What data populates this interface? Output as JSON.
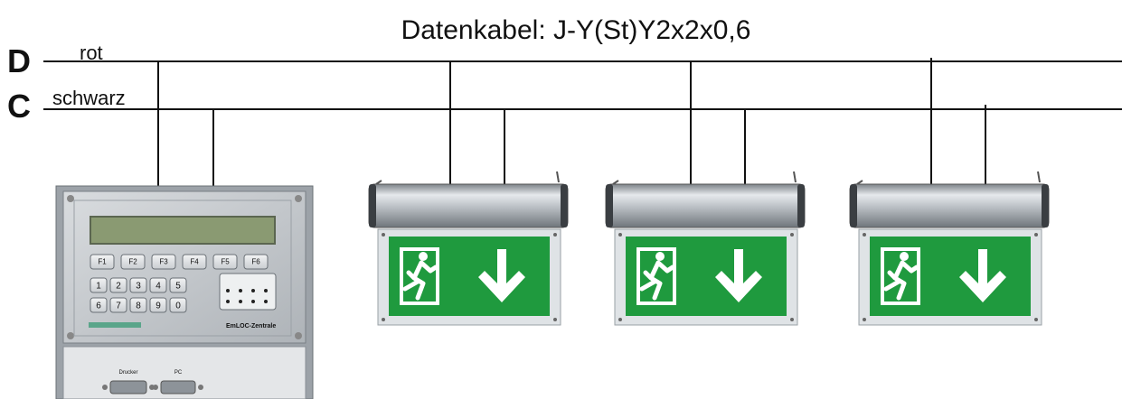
{
  "title": "Datenkabel: J-Y(St)Y2x2x0,6",
  "lines": {
    "d": {
      "letter": "D",
      "color_label": "rot"
    },
    "c": {
      "letter": "C",
      "color_label": "schwarz"
    }
  },
  "controller": {
    "function_keys": [
      "F1",
      "F2",
      "F3",
      "F4",
      "F5",
      "F6"
    ],
    "number_keys": [
      "1",
      "2",
      "3",
      "4",
      "5",
      "6",
      "7",
      "8",
      "9",
      "0"
    ],
    "brand_label": "EmLOC-Zentrale",
    "port_labels": [
      "Drucker",
      "PC"
    ]
  },
  "exit_signs": [
    {
      "pictogram": "running-man-exit",
      "arrow": "down"
    },
    {
      "pictogram": "running-man-exit",
      "arrow": "down"
    },
    {
      "pictogram": "running-man-exit",
      "arrow": "down"
    }
  ],
  "colors": {
    "wire": "#111111",
    "sign_green": "#1f9a3e",
    "housing": "#b9bec3",
    "panel": "#c8ccd0",
    "lcd": "#8a9a72"
  }
}
